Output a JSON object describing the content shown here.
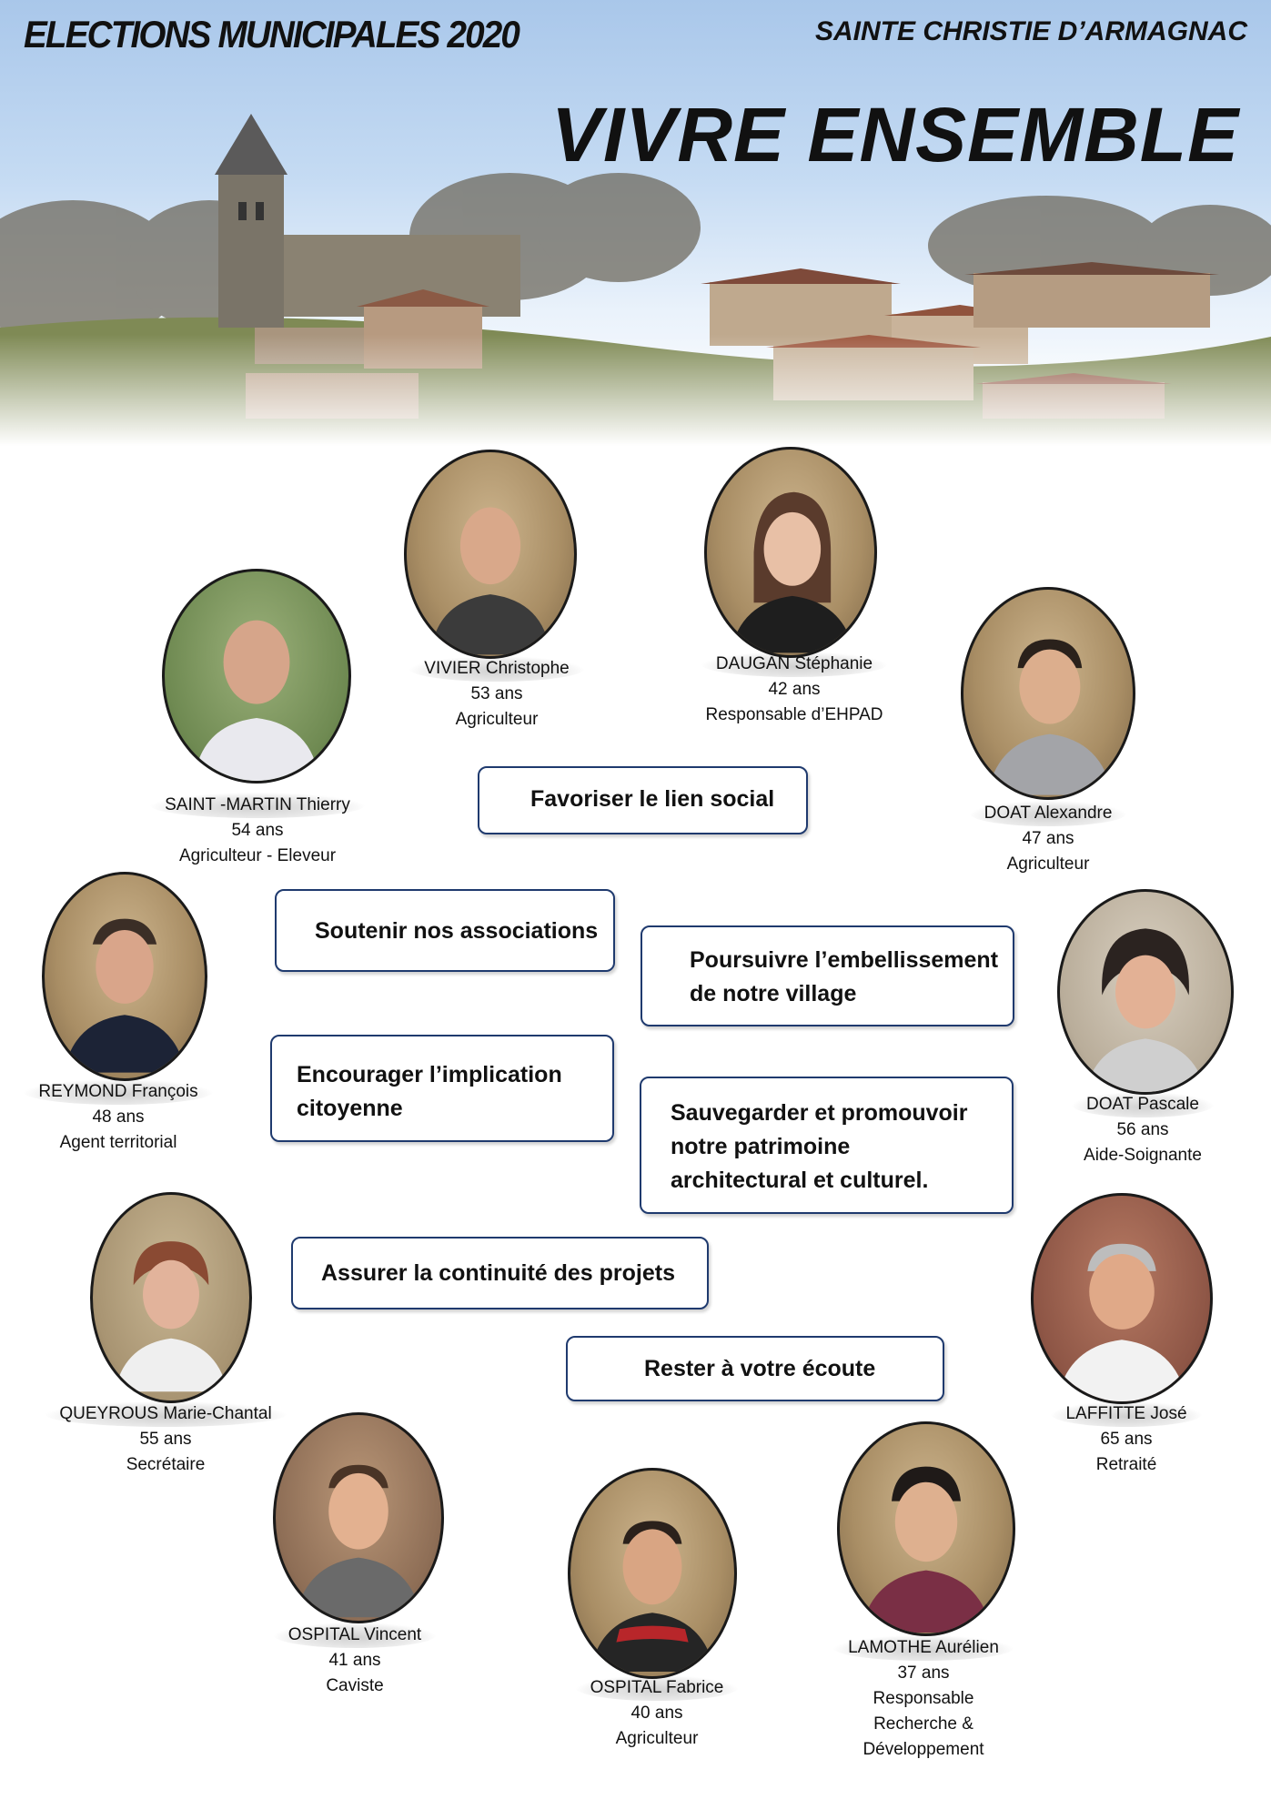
{
  "header": {
    "title": "ELECTIONS MUNICIPALES 2020",
    "commune": "SAINTE CHRISTIE D’ARMAGNAC",
    "slogan": "VIVRE ENSEMBLE"
  },
  "candidates": [
    {
      "name": "VIVIER Christophe",
      "age": "53 ans",
      "job": "Agriculteur"
    },
    {
      "name": "DAUGAN Stéphanie",
      "age": "42 ans",
      "job": "Responsable d’EHPAD"
    },
    {
      "name": "SAINT -MARTIN Thierry",
      "age": "54 ans",
      "job": "Agriculteur - Eleveur"
    },
    {
      "name": "DOAT Alexandre",
      "age": "47 ans",
      "job": "Agriculteur"
    },
    {
      "name": "REYMOND François",
      "age": "48 ans",
      "job": "Agent territorial"
    },
    {
      "name": "DOAT Pascale",
      "age": "56 ans",
      "job": "Aide-Soignante"
    },
    {
      "name": "QUEYROUS Marie-Chantal",
      "age": "55 ans",
      "job": "Secrétaire"
    },
    {
      "name": "LAFFITTE José",
      "age": "65 ans",
      "job": "Retraité"
    },
    {
      "name": "OSPITAL Vincent",
      "age": "41 ans",
      "job": "Caviste"
    },
    {
      "name": "OSPITAL Fabrice",
      "age": "40 ans",
      "job": "Agriculteur"
    },
    {
      "name": "LAMOTHE Aurélien",
      "age": "37 ans",
      "job": "Responsable",
      "job2": "Recherche &",
      "job3": "Développement"
    }
  ],
  "program": [
    "Favoriser le lien social",
    "Soutenir nos associations",
    "Poursuivre l’embellissement de notre village",
    "Encourager l’implication citoyenne",
    "Sauvegarder et promouvoir notre patrimoine architectural et culturel.",
    "Assurer la continuité des projets",
    "Rester à votre écoute"
  ],
  "program_lines": {
    "p2a": "Poursuivre l’embellissement",
    "p2b": "de notre village",
    "p3a": "Encourager l’implication",
    "p3b": "citoyenne",
    "p4a": "Sauvegarder et promouvoir",
    "p4b": "notre patrimoine",
    "p4c": "architectural et culturel."
  }
}
